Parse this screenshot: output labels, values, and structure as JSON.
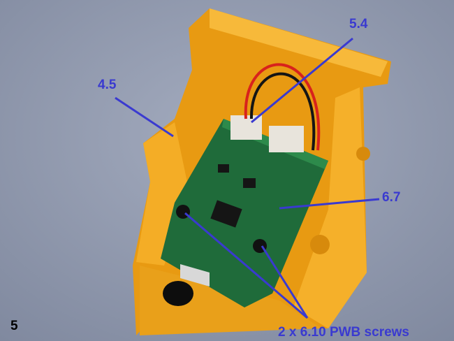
{
  "step_number": "5",
  "labels": {
    "connector": "5.4",
    "bracket": "4.5",
    "led": "6.7",
    "screws": "2 x 6.10 PWB screws"
  },
  "colors": {
    "annotation": "#3a3ad0",
    "bracket": "#f2a91c",
    "pcb": "#1f6b3a",
    "background": "#8f98ad"
  }
}
